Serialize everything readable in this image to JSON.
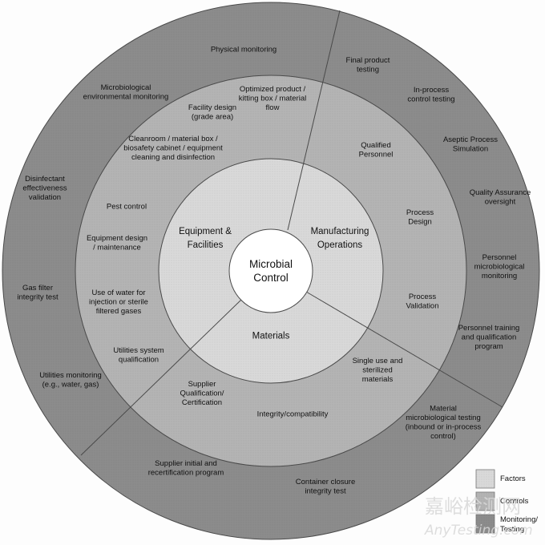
{
  "title": "Microbial Control",
  "colors": {
    "background": "#fdfdfd",
    "center": "#ffffff",
    "factors": "#d9d9d9",
    "controls": "#b4b4b4",
    "monitoring": "#8c8c8c",
    "line": "#4a4a4a"
  },
  "rings": {
    "center_label": [
      "Microbial",
      "Control"
    ],
    "factors": [
      {
        "lines": [
          "Equipment &",
          "Facilities"
        ]
      },
      {
        "lines": [
          "Manufacturing",
          "Operations"
        ]
      },
      {
        "lines": [
          "Materials"
        ]
      }
    ],
    "controls": [
      {
        "lines": [
          "Optimized product /",
          "kitting box / material",
          "flow"
        ]
      },
      {
        "lines": [
          "Facility design",
          "(grade area)"
        ]
      },
      {
        "lines": [
          "Cleanroom / material box /",
          "biosafety cabinet / equipment",
          "cleaning and disinfection"
        ]
      },
      {
        "lines": [
          "Pest control"
        ]
      },
      {
        "lines": [
          "Equipment design",
          "/ maintenance"
        ]
      },
      {
        "lines": [
          "Use of water for",
          "injection or sterile",
          "filtered gases"
        ]
      },
      {
        "lines": [
          "Utilities system",
          "qualification"
        ]
      },
      {
        "lines": [
          "Qualified",
          "Personnel"
        ]
      },
      {
        "lines": [
          "Process",
          "Design"
        ]
      },
      {
        "lines": [
          "Process",
          "Validation"
        ]
      },
      {
        "lines": [
          "Single use and",
          "sterilized",
          "materials"
        ]
      },
      {
        "lines": [
          "Supplier",
          "Qualification/",
          "Certification"
        ]
      },
      {
        "lines": [
          "Integrity/compatibility"
        ]
      }
    ],
    "monitoring": [
      {
        "lines": [
          "Physical monitoring"
        ]
      },
      {
        "lines": [
          "Microbiological",
          "environmental monitoring"
        ]
      },
      {
        "lines": [
          "Disinfectant",
          "effectiveness",
          "validation"
        ]
      },
      {
        "lines": [
          "Gas filter",
          "integrity test"
        ]
      },
      {
        "lines": [
          "Utilities monitoring",
          "(e.g., water, gas)"
        ]
      },
      {
        "lines": [
          "Supplier initial and",
          "recertification program"
        ]
      },
      {
        "lines": [
          "Container closure",
          "integrity test"
        ]
      },
      {
        "lines": [
          "Material",
          "microbiological testing",
          "(inbound or in-process",
          "control)"
        ]
      },
      {
        "lines": [
          "Personnel training",
          "and qualification",
          "program"
        ]
      },
      {
        "lines": [
          "Personnel",
          "microbiological",
          "monitoring"
        ]
      },
      {
        "lines": [
          "Quality Assurance",
          "oversight"
        ]
      },
      {
        "lines": [
          "Aseptic Process",
          "Simulation"
        ]
      },
      {
        "lines": [
          "In-process",
          "control testing"
        ]
      },
      {
        "lines": [
          "Final product",
          "testing"
        ]
      }
    ]
  },
  "legend": [
    {
      "label": "Factors",
      "color_key": "factors"
    },
    {
      "label": "Controls",
      "color_key": "controls"
    },
    {
      "label": "Monitoring/ Testing",
      "lines": [
        "Monitoring/",
        "Testing"
      ],
      "color_key": "monitoring"
    }
  ],
  "watermark": {
    "cn": "嘉峪检测网",
    "en": "AnyTesting.com"
  }
}
